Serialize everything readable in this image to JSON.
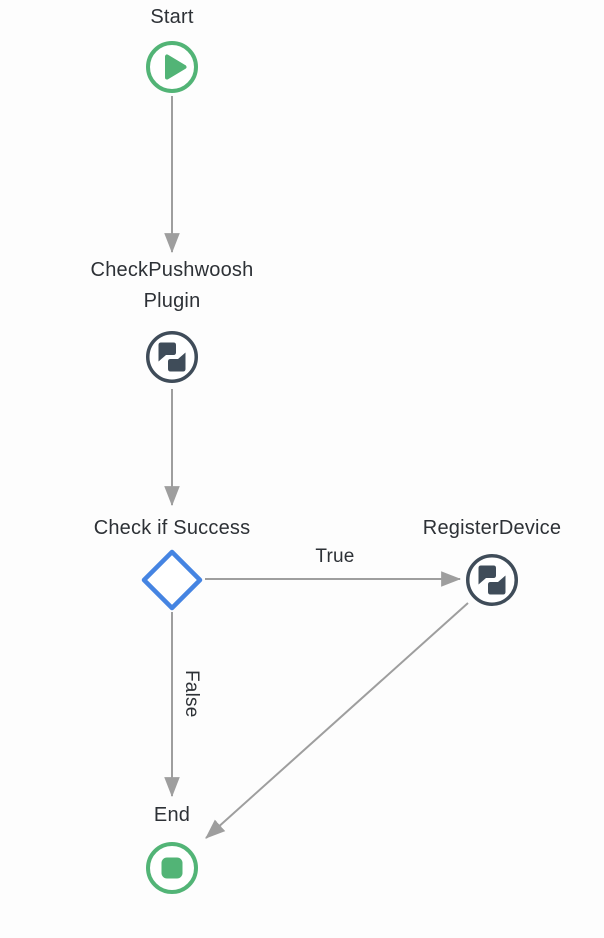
{
  "diagram": {
    "nodes": {
      "start": {
        "label": "Start",
        "icon": "play-circle-icon"
      },
      "check_pushwoosh": {
        "label": "CheckPushwoosh Plugin",
        "icon": "messaging-circle-icon"
      },
      "check_if_success": {
        "label": "Check if Success",
        "shape": "decision-diamond"
      },
      "register_device": {
        "label": "RegisterDevice",
        "icon": "messaging-circle-icon"
      },
      "end": {
        "label": "End",
        "icon": "stop-circle-icon"
      }
    },
    "edges": [
      {
        "from": "Start",
        "to": "CheckPushwoosh Plugin",
        "label": ""
      },
      {
        "from": "CheckPushwoosh Plugin",
        "to": "Check if Success",
        "label": ""
      },
      {
        "from": "Check if Success",
        "to": "RegisterDevice",
        "label": "True"
      },
      {
        "from": "Check if Success",
        "to": "End",
        "label": "False"
      },
      {
        "from": "RegisterDevice",
        "to": "End",
        "label": ""
      }
    ],
    "colors": {
      "green": "#52b476",
      "slate": "#3f4c59",
      "blue": "#4584e2",
      "connector": "#9e9e9e",
      "text": "#2d3136"
    }
  }
}
